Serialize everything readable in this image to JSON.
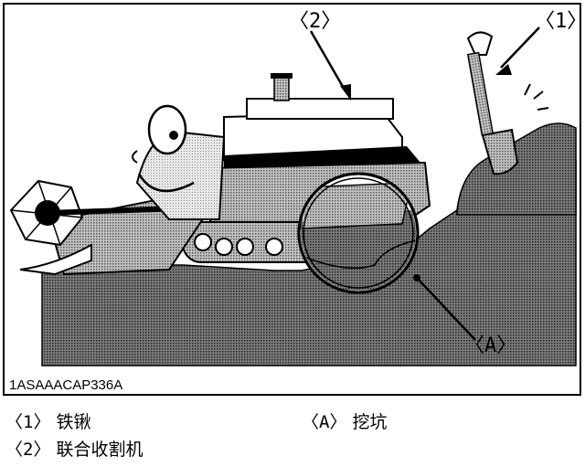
{
  "figure": {
    "figure_id": "1ASAAACAP336A",
    "callouts": {
      "shovel": "〈1〉",
      "combine": "〈2〉",
      "pit": "〈A〉"
    }
  },
  "legend": {
    "items": [
      {
        "tag": "〈1〉",
        "text": "铁锹"
      },
      {
        "tag": "〈A〉",
        "text": "挖坑"
      },
      {
        "tag": "〈2〉",
        "text": "联合收割机"
      }
    ]
  }
}
